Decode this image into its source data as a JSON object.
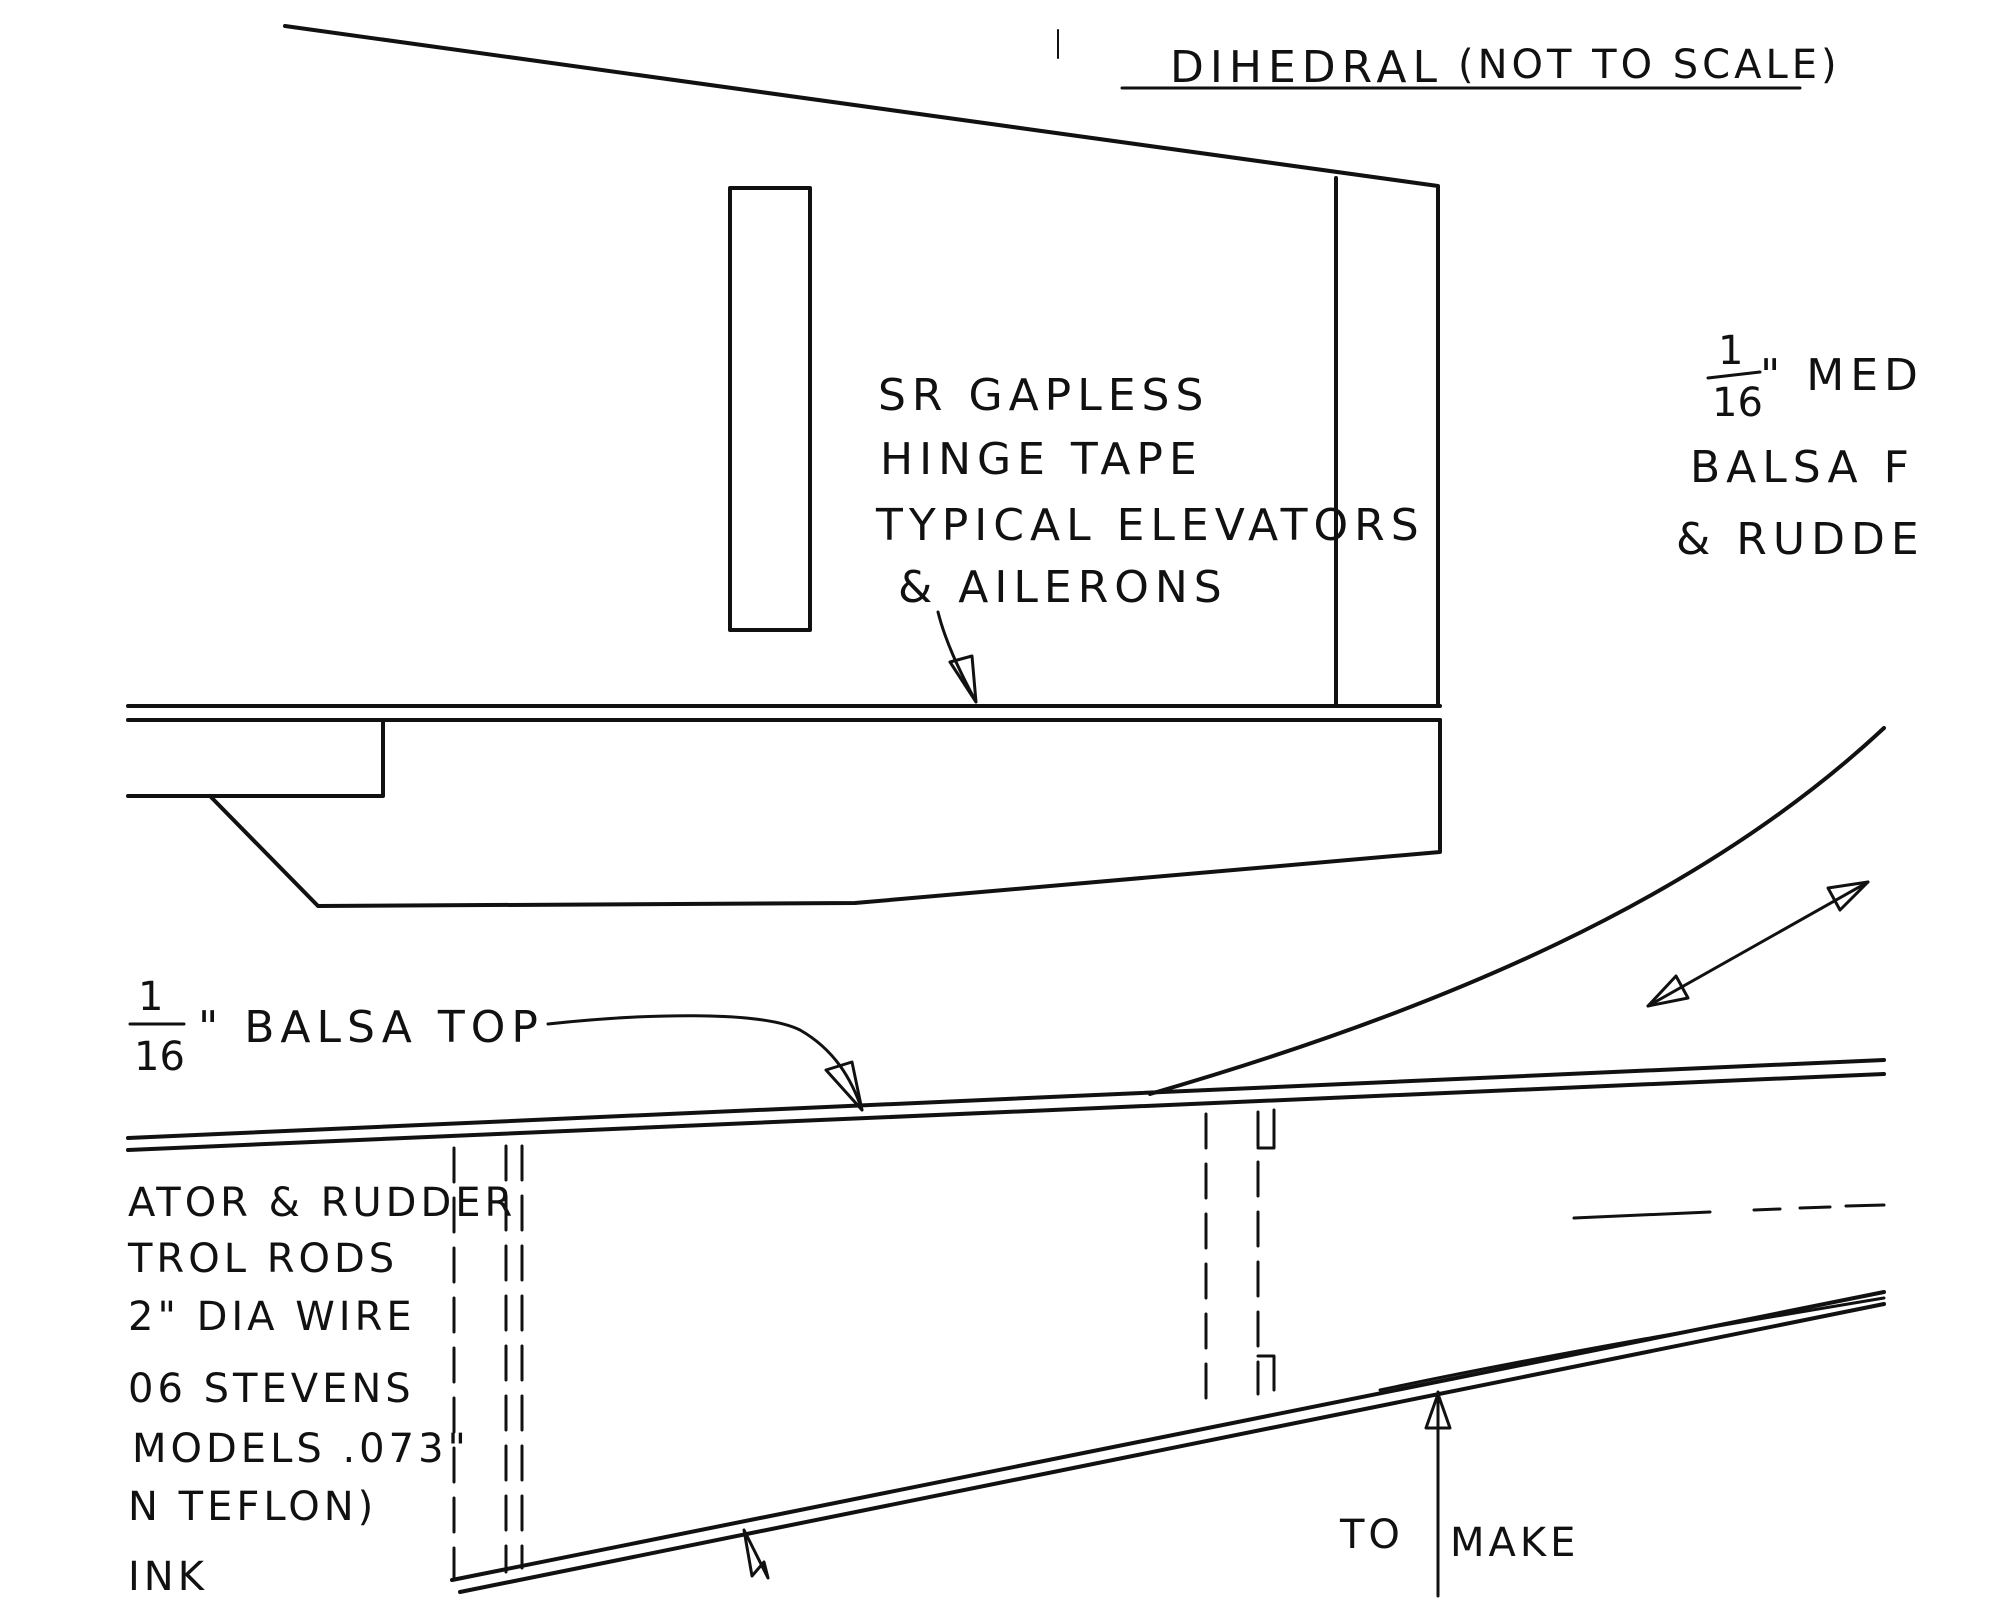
{
  "title": {
    "text": "DIHEDRAL",
    "paren": "(NOT TO SCALE)"
  },
  "hinge_note": {
    "lines": [
      "SR GAPLESS",
      "HINGE TAPE",
      "TYPICAL ELEVATORS",
      "& AILERONS"
    ]
  },
  "top_note": {
    "frac_num": "1",
    "frac_den": "16",
    "text": "\" BALSA TOP"
  },
  "right_note": {
    "frac_num": "1",
    "frac_den": "16",
    "lines": [
      "\" MED",
      "BALSA F",
      "& RUDDE"
    ]
  },
  "left_note": {
    "lines": [
      "ATOR & RUDDER",
      "TROL RODS",
      "2\" DIA WIRE",
      "06 STEVENS",
      "MODELS .073\"",
      "N TEFLON)",
      "INK"
    ]
  },
  "bottom_note": {
    "lines": [
      "TO",
      "MAKE"
    ]
  },
  "colors": {
    "ink": "#111111",
    "paper": "#ffffff"
  }
}
